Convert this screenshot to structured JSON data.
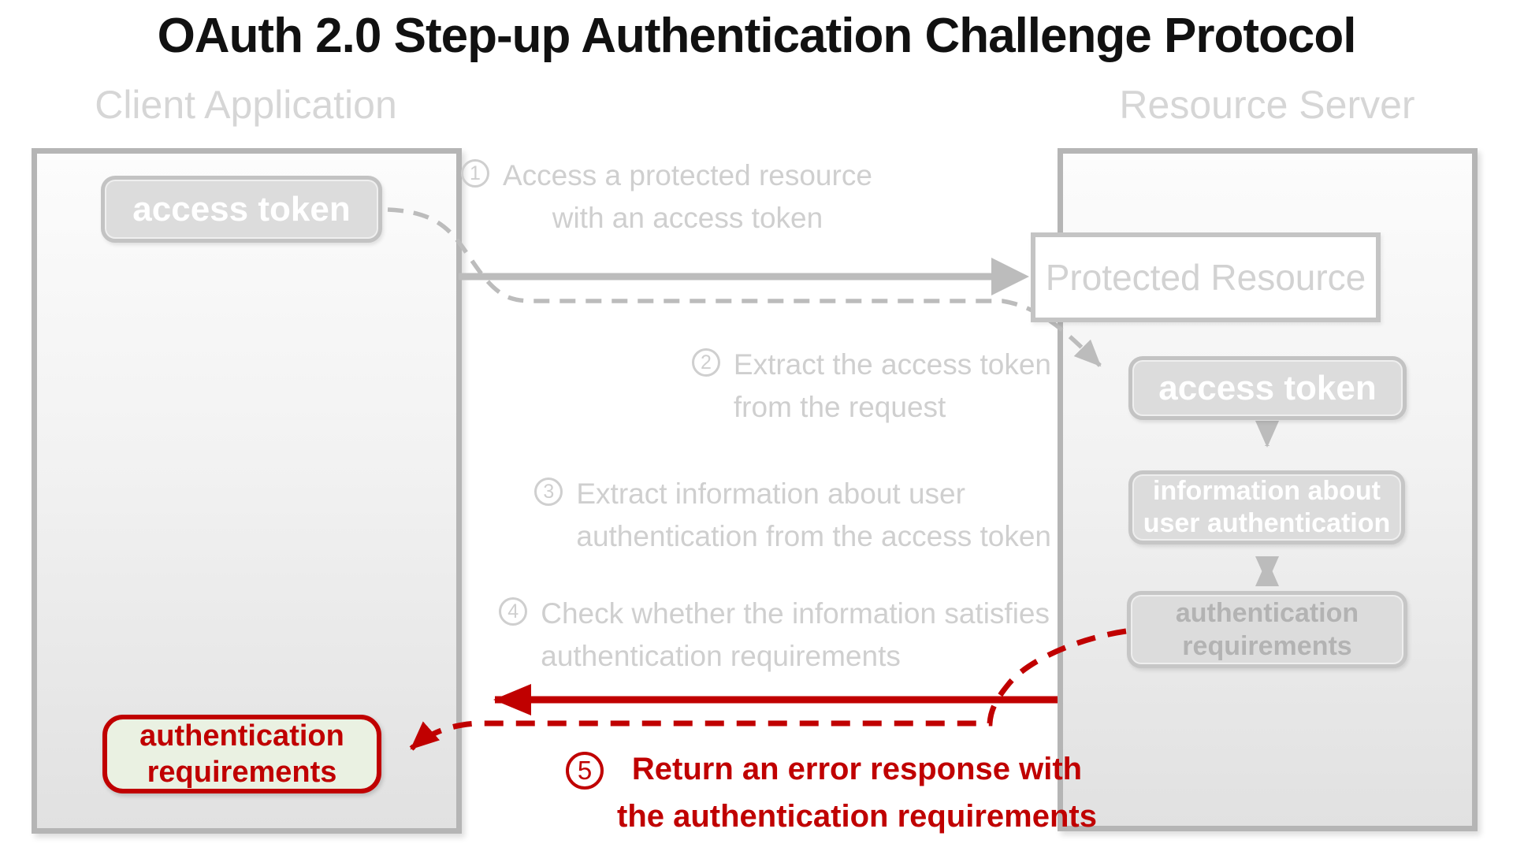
{
  "title": "OAuth 2.0 Step-up Authentication Challenge Protocol",
  "lanes": {
    "client": {
      "label": "Client Application",
      "access_token_label": "access token",
      "auth_requirements": {
        "line1": "authentication",
        "line2": "requirements"
      }
    },
    "server": {
      "label": "Resource Server",
      "protected_resource_label": "Protected Resource",
      "access_token_label": "access token",
      "user_auth_info": {
        "line1": "information about",
        "line2": "user authentication"
      },
      "auth_requirements": {
        "line1": "authentication",
        "line2": "requirements"
      }
    }
  },
  "steps": [
    {
      "num": "1",
      "line1": "Access a protected resource",
      "line2": "with an access token"
    },
    {
      "num": "2",
      "line1": "Extract the access token",
      "line2": "from the request"
    },
    {
      "num": "3",
      "line1": "Extract information about user",
      "line2": "authentication from the access token"
    },
    {
      "num": "4",
      "line1": "Check whether the information satisfies",
      "line2": "authentication requirements"
    },
    {
      "num": "5",
      "line1": "Return an error response with",
      "line2": "the authentication requirements"
    }
  ],
  "colors": {
    "accent_red": "#c00000",
    "muted_gray_text": "#cfcfcf",
    "box_gray_fill": "#dcdcdc",
    "highlight_green_fill": "#eaf1e2"
  }
}
